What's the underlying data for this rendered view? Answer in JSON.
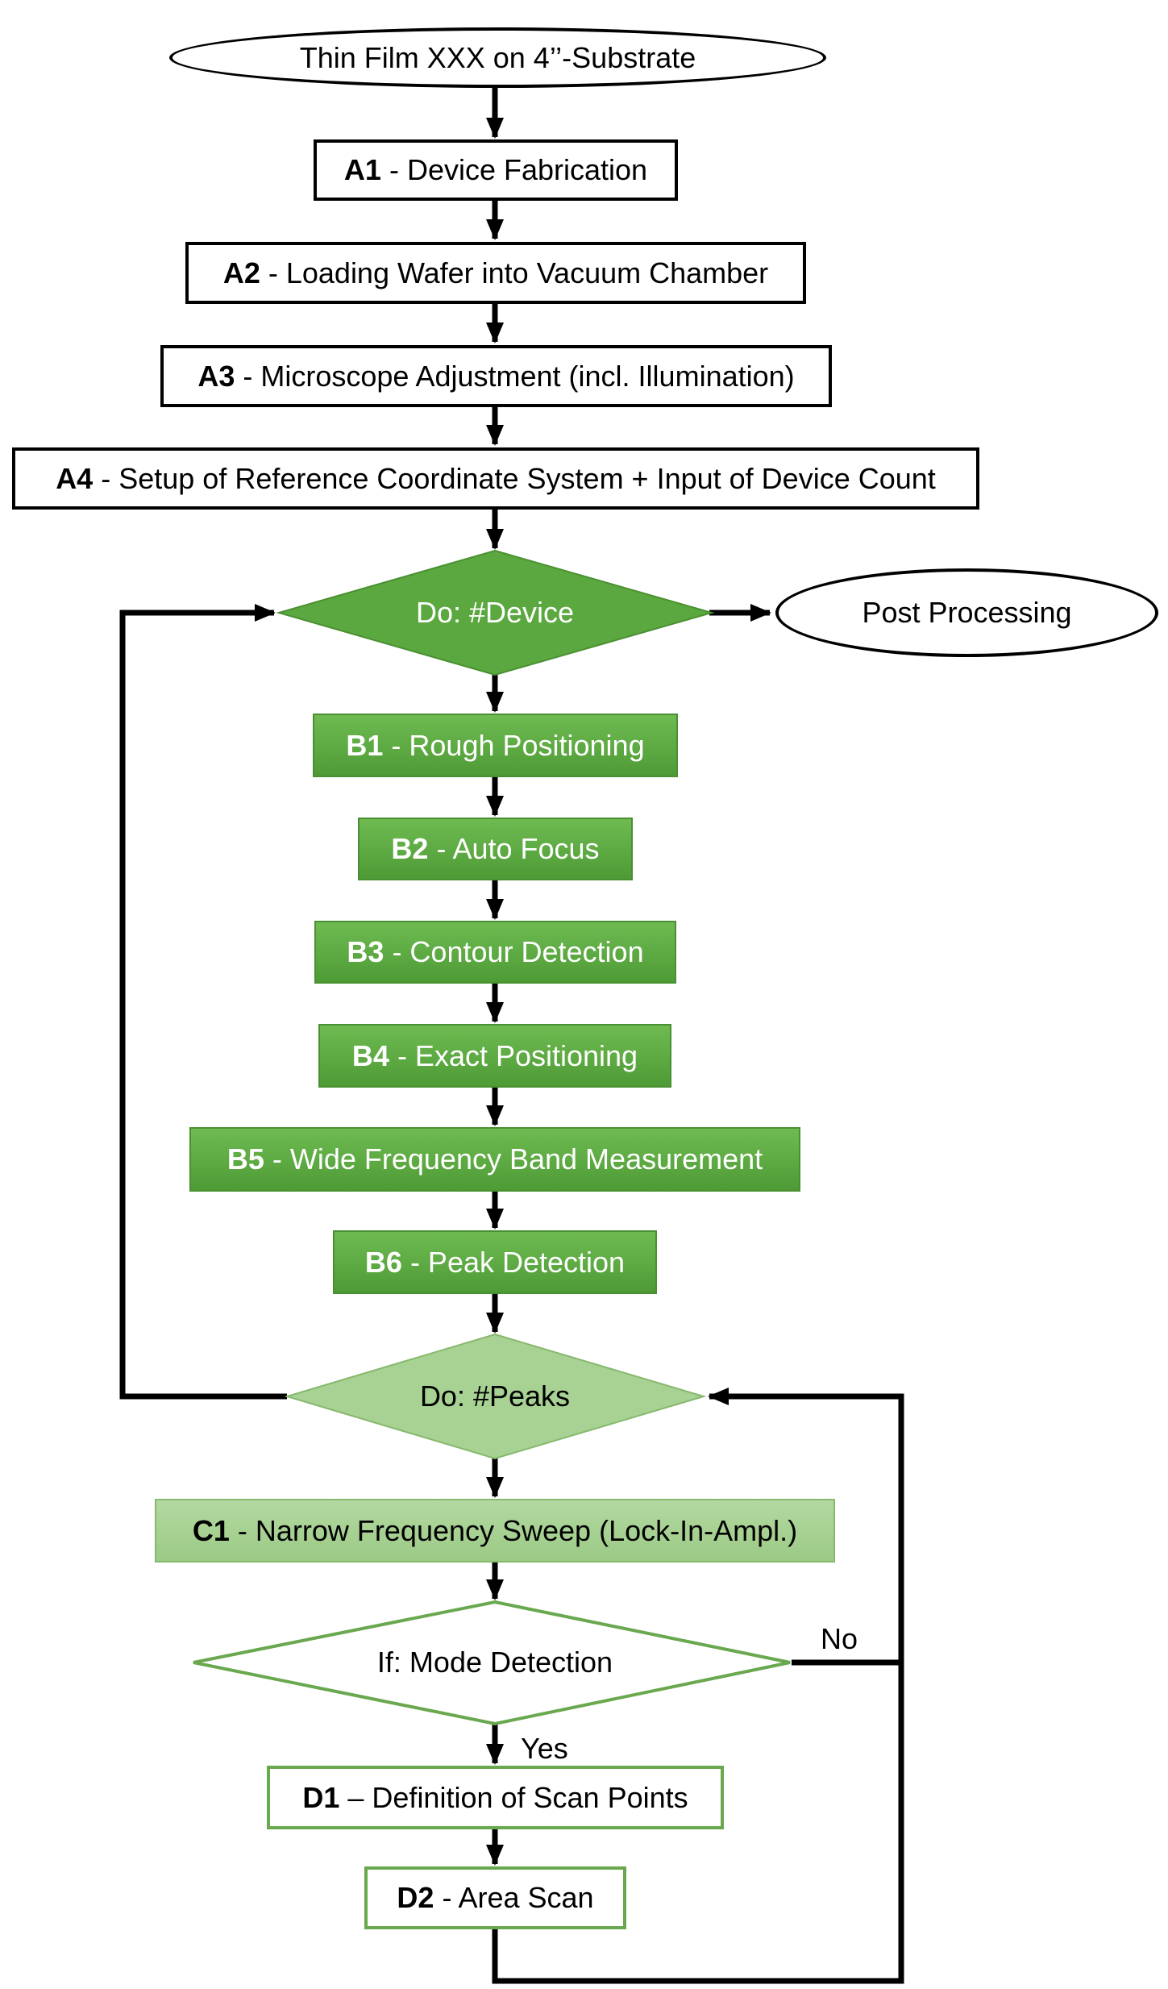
{
  "start": "Thin Film XXX on 4’’-Substrate",
  "post_processing": "Post Processing",
  "a_steps": [
    {
      "id": "A1",
      "text": " - Device Fabrication"
    },
    {
      "id": "A2",
      "text": " - Loading Wafer into Vacuum Chamber"
    },
    {
      "id": "A3",
      "text": " - Microscope Adjustment (incl. Illumination)"
    },
    {
      "id": "A4",
      "text": " - Setup of Reference Coordinate System + Input of Device Count"
    }
  ],
  "loop_device": "Do: #Device",
  "b_steps": [
    {
      "id": "B1",
      "text": " - Rough Positioning"
    },
    {
      "id": "B2",
      "text": " - Auto Focus"
    },
    {
      "id": "B3",
      "text": " - Contour Detection"
    },
    {
      "id": "B4",
      "text": " - Exact Positioning"
    },
    {
      "id": "B5",
      "text": " - Wide Frequency Band Measurement"
    },
    {
      "id": "B6",
      "text": " - Peak Detection"
    }
  ],
  "loop_peaks": "Do: #Peaks",
  "c1": {
    "id": "C1",
    "text": " - Narrow Frequency Sweep (Lock-In-Ampl.)"
  },
  "decision": "If: Mode Detection",
  "label_no": "No",
  "label_yes": "Yes",
  "d1": {
    "id": "D1",
    "text": " – Definition of Scan Points"
  },
  "d2": {
    "id": "D2",
    "text": " - Area Scan"
  },
  "colors": {
    "green": "#5aa83f",
    "light_green": "#a7d293",
    "outline_green": "#6aa84f",
    "line": "#000000"
  }
}
